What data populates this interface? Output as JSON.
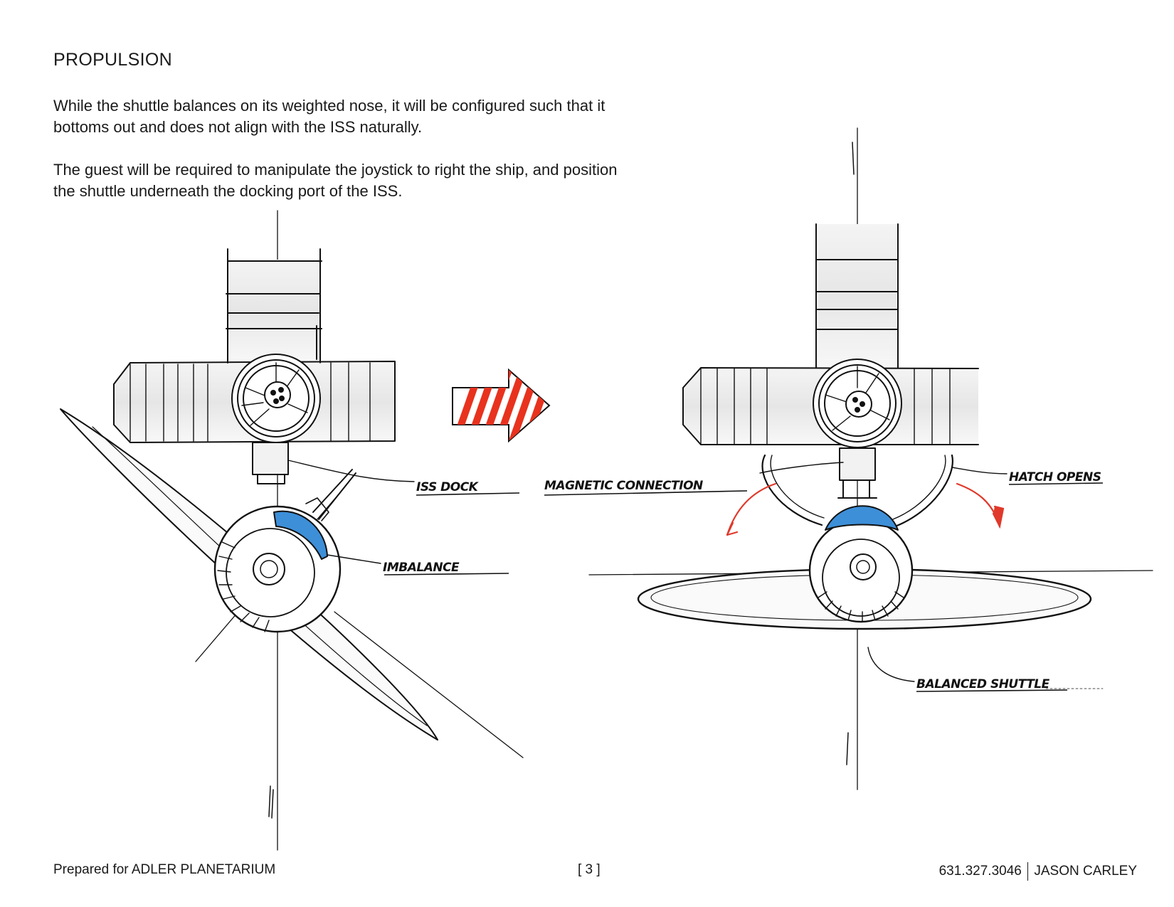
{
  "page": {
    "heading": "PROPULSION",
    "paragraphs": [
      "While the shuttle balances on its weighted nose, it will be configured such that it bottoms out and does not align with the ISS naturally.",
      "The guest will be required to manipulate the joystick to right the ship, and position the shuttle underneath the docking port of the ISS."
    ]
  },
  "diagram": {
    "labels": {
      "iss_dock": "ISS DOCK",
      "imbalance": "IMBALANCE",
      "magnetic_connection": "MAGNETIC CONNECTION",
      "hatch_opens": "HATCH OPENS",
      "balanced_shuttle": "BALANCED SHUTTLE"
    },
    "colors": {
      "ink": "#111111",
      "dome_blue": "#3d8fd8",
      "arrow_red": "#e8321e",
      "hatch_red": "#e0392b"
    }
  },
  "footer": {
    "left": "Prepared for ADLER PLANETARIUM",
    "center": "[ 3 ]",
    "phone": "631.327.3046",
    "name": "JASON CARLEY"
  }
}
